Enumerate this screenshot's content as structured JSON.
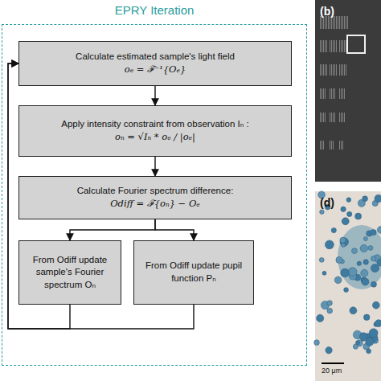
{
  "diagram": {
    "nodes": [
      {
        "text": [
          "EPRY Iteration"
        ]
      },
      {
        "text": [
          "Calculate estimated sample's light field",
          "oₑ = ℱ⁻¹{Oₑ}"
        ],
        "in": 0
      },
      {
        "text": [
          "Apply intensity constraint from observation Iₙ :",
          "oₙ = √Iₙ * oₑ / |oₑ|"
        ],
        "in": 0
      },
      {
        "text": [
          "Calculate Fourier spectrum difference:",
          "Odiff = ℱ{oₙ} − Oₑ"
        ],
        "in": 0
      },
      {
        "text": [
          "From Odiff update sample's Fourier spectrum Oₙ"
        ],
        "in": 0
      },
      {
        "text": [
          "From Odiff update pupil function Pₙ"
        ],
        "in": 0
      }
    ],
    "edges": [
      {
        "from": 1,
        "to": 2,
        "arrow": "to"
      },
      {
        "from": 2,
        "to": 3,
        "arrow": "to"
      },
      {
        "from": 3,
        "to": 4,
        "arrow": "to"
      },
      {
        "from": 3,
        "to": 5,
        "arrow": "to"
      },
      {
        "from": 4,
        "to": 1,
        "arrow": "to"
      },
      {
        "from": 5,
        "to": 1,
        "arrow": "to"
      }
    ],
    "labels": [
      "(b)",
      "(d)",
      "20 μm"
    ]
  }
}
